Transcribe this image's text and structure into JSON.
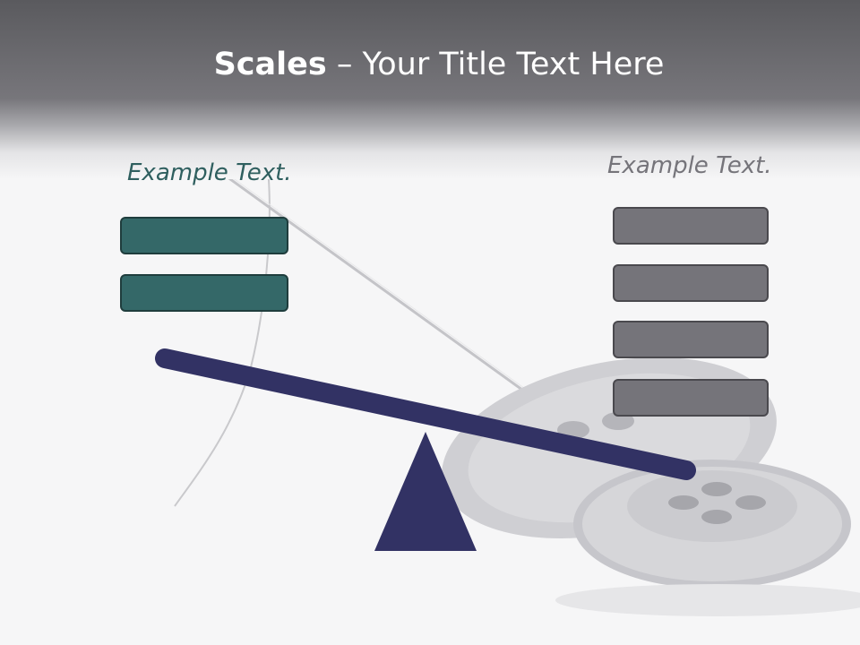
{
  "slide": {
    "title_bold": "Scales",
    "title_rest": " – Your Title Text Here"
  },
  "left_panel": {
    "label": "Example Text.",
    "boxes": 2,
    "box_color": "#346868"
  },
  "right_panel": {
    "label": "Example Text.",
    "boxes": 4,
    "box_color": "#75747a"
  },
  "scale": {
    "beam_color": "#323264",
    "fulcrum_color": "#323264",
    "tilt": "right side down"
  },
  "background": {
    "image": "needle-and-buttons",
    "header_color": "#5a5a5e"
  }
}
